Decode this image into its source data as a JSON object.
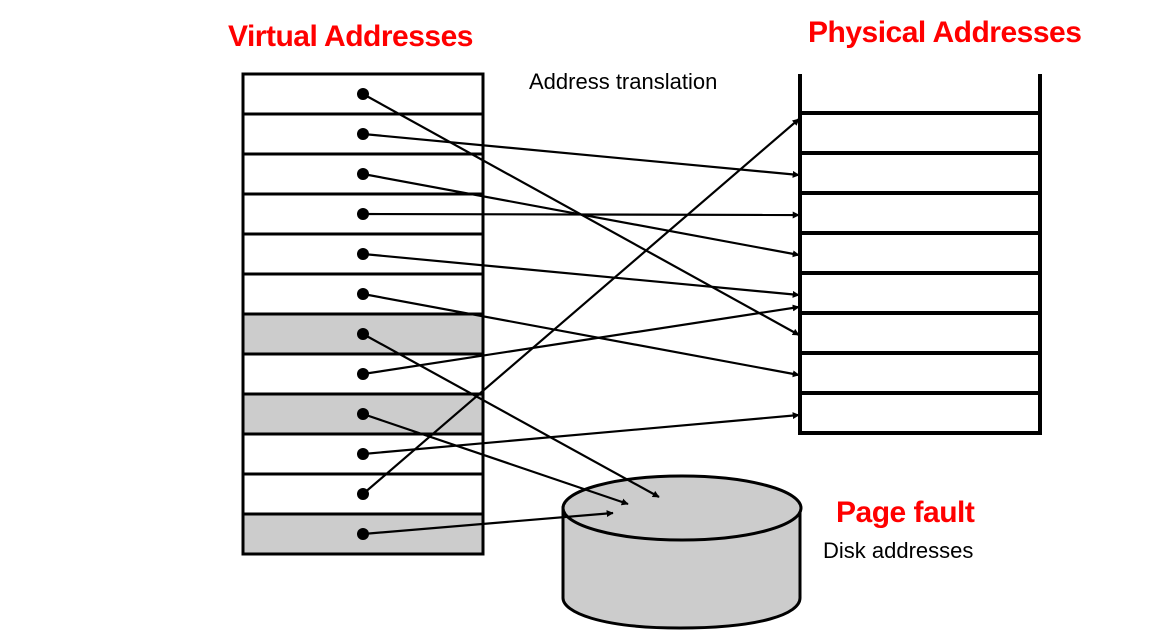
{
  "titles": {
    "virtual": "Virtual Addresses",
    "physical": "Physical  Addresses",
    "page_fault": "Page fault"
  },
  "labels": {
    "translation": "Address translation",
    "disk": "Disk addresses"
  },
  "colors": {
    "title_red": "#ff0000",
    "unmapped_fill": "#cccccc",
    "disk_fill": "#cccccc",
    "stroke": "#000000"
  },
  "virtual_pages": [
    {
      "index": 0,
      "on_disk": false,
      "maps_to": {
        "type": "physical",
        "frame": 5
      }
    },
    {
      "index": 1,
      "on_disk": false,
      "maps_to": {
        "type": "physical",
        "frame": 1
      }
    },
    {
      "index": 2,
      "on_disk": false,
      "maps_to": {
        "type": "physical",
        "frame": 3
      }
    },
    {
      "index": 3,
      "on_disk": false,
      "maps_to": {
        "type": "physical",
        "frame": 2
      }
    },
    {
      "index": 4,
      "on_disk": false,
      "maps_to": {
        "type": "physical",
        "frame": 4
      }
    },
    {
      "index": 5,
      "on_disk": false,
      "maps_to": {
        "type": "physical",
        "frame": 6
      }
    },
    {
      "index": 6,
      "on_disk": true,
      "maps_to": {
        "type": "disk",
        "slot": 2
      }
    },
    {
      "index": 7,
      "on_disk": false,
      "maps_to": {
        "type": "physical",
        "frame": 4.3
      }
    },
    {
      "index": 8,
      "on_disk": true,
      "maps_to": {
        "type": "disk",
        "slot": 1
      }
    },
    {
      "index": 9,
      "on_disk": false,
      "maps_to": {
        "type": "physical",
        "frame": 7
      }
    },
    {
      "index": 10,
      "on_disk": false,
      "maps_to": {
        "type": "physical",
        "frame": -0.4
      }
    },
    {
      "index": 11,
      "on_disk": true,
      "maps_to": {
        "type": "disk",
        "slot": 0
      }
    }
  ],
  "physical_frames": 8
}
